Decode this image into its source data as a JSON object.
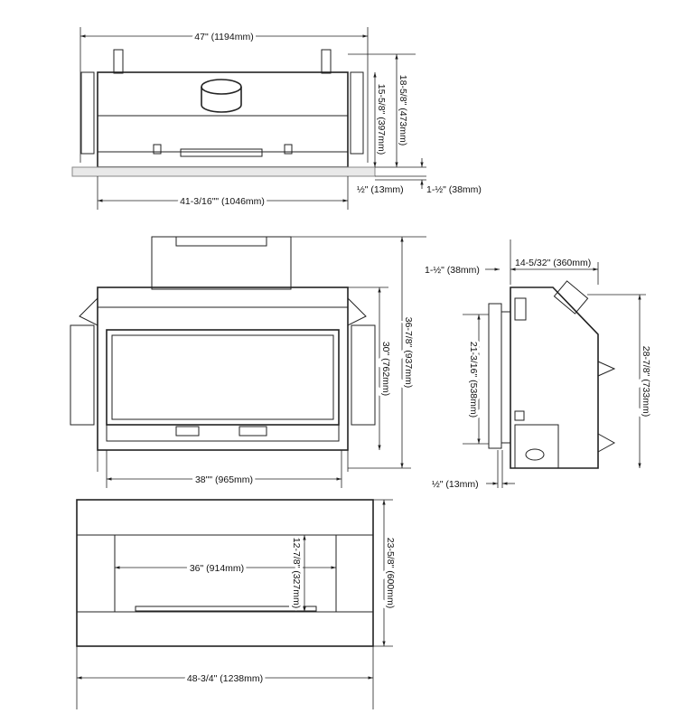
{
  "top_view": {
    "overall_width": "47\" (1194mm)",
    "overall_height": "18-5/8\" (473mm)",
    "body_height": "15-5/8\" (397mm)",
    "offset_small": "½\" (13mm)",
    "offset_large": "1-½\" (38mm)",
    "body_width": "41-3/16\"\" (1046mm)"
  },
  "front_view": {
    "opening_height": "30\" (762mm)",
    "overall_height": "36-7/8\" (937mm)",
    "opening_width": "38\"\" (965mm)"
  },
  "side_view": {
    "standoff": "1-½\" (38mm)",
    "depth": "14-5/32\" (360mm)",
    "glass_height": "21-3/16\" (538mm)",
    "overall_height": "28-7/8\" (733mm)",
    "bottom_offset": "½\" (13mm)"
  },
  "surround_view": {
    "inner_width": "36\" (914mm)",
    "inner_height": "12-7/8\" (327mm)",
    "overall_height": "23-5/8\" (600mm)",
    "overall_width": "48-3/4\" (1238mm)"
  }
}
